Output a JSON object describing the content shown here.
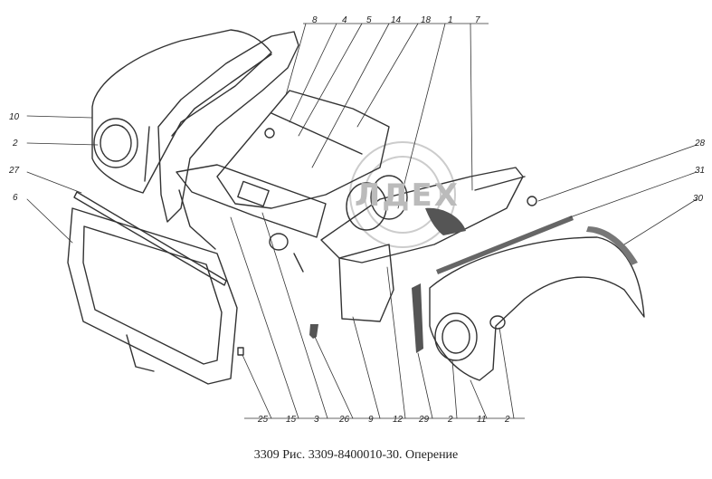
{
  "caption": "3309 Рис. 3309-8400010-30. Оперение",
  "watermark": "ЛДЕХ",
  "callouts": {
    "top": [
      "8",
      "4",
      "5",
      "14",
      "18",
      "1",
      "7"
    ],
    "left": [
      "10",
      "2",
      "27",
      "6"
    ],
    "right": [
      "28",
      "31",
      "30"
    ],
    "bottom": [
      "25",
      "15",
      "3",
      "26",
      "9",
      "12",
      "29",
      "2",
      "11",
      "2"
    ]
  }
}
